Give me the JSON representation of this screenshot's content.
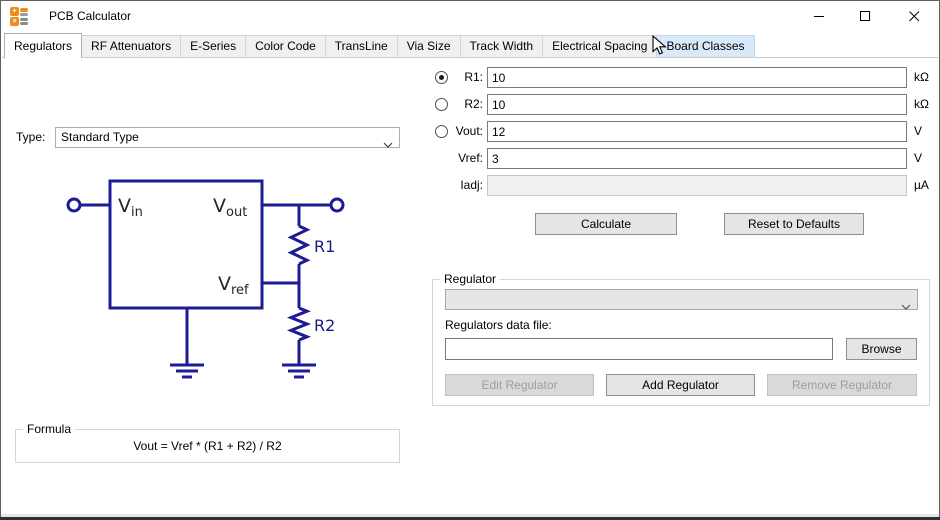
{
  "window": {
    "title": "PCB Calculator"
  },
  "icons": {
    "app": "calculator-icon",
    "minimize": "minimize-icon",
    "maximize": "maximize-icon",
    "close": "close-icon",
    "chevron": "chevron-down-icon",
    "cursor": "arrow-cursor-icon"
  },
  "colors": {
    "diagram_navy": "#1c1c96",
    "tab_hover": "#d8eafa",
    "disabled_bg": "#f0f0f0",
    "icon_orange": "#ef8b1e"
  },
  "tabs": [
    {
      "label": "Regulators",
      "state": "active"
    },
    {
      "label": "RF Attenuators",
      "state": "normal"
    },
    {
      "label": "E-Series",
      "state": "normal"
    },
    {
      "label": "Color Code",
      "state": "normal"
    },
    {
      "label": "TransLine",
      "state": "normal"
    },
    {
      "label": "Via Size",
      "state": "normal"
    },
    {
      "label": "Track Width",
      "state": "normal"
    },
    {
      "label": "Electrical Spacing",
      "state": "normal"
    },
    {
      "label": "Board Classes",
      "state": "hover"
    }
  ],
  "left": {
    "type_label": "Type:",
    "type_value": "Standard Type",
    "diagram": {
      "vin_base": "V",
      "vin_sub": "in",
      "vout_base": "V",
      "vout_sub": "out",
      "vref_base": "V",
      "vref_sub": "ref",
      "r1_label": "R1",
      "r2_label": "R2"
    },
    "formula": {
      "title": "Formula",
      "text": "Vout = Vref * (R1 + R2) / R2"
    }
  },
  "params": {
    "rows": [
      {
        "label": "R1:",
        "value": "10",
        "unit": "kΩ"
      },
      {
        "label": "R2:",
        "value": "10",
        "unit": "kΩ"
      },
      {
        "label": "Vout:",
        "value": "12",
        "unit": "V"
      },
      {
        "label": "Vref:",
        "value": "3",
        "unit": "V"
      },
      {
        "label": "Iadj:",
        "value": "",
        "unit": "µA"
      }
    ],
    "calculate_label": "Calculate",
    "reset_label": "Reset to Defaults"
  },
  "regulator": {
    "group_title": "Regulator",
    "dropdown_value": "",
    "data_file_label": "Regulators data file:",
    "data_file_value": "",
    "browse_label": "Browse",
    "edit_label": "Edit Regulator",
    "add_label": "Add Regulator",
    "remove_label": "Remove Regulator"
  }
}
